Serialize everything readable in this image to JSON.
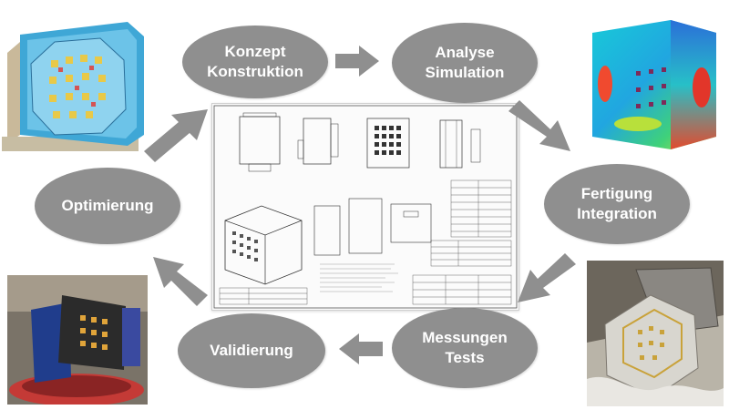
{
  "nodes": {
    "konzept": {
      "line1": "Konzept",
      "line2": "Konstruktion"
    },
    "analyse": {
      "line1": "Analyse",
      "line2": "Simulation"
    },
    "fertigung": {
      "line1": "Fertigung",
      "line2": "Integration"
    },
    "messungen": {
      "line1": "Messungen",
      "line2": "Tests"
    },
    "validierung": {
      "line1": "Validierung"
    },
    "optimierung": {
      "line1": "Optimierung"
    }
  },
  "colors": {
    "node_fill": "#8f8f8f",
    "node_text": "#ffffff",
    "arrow": "#8f8f8f"
  }
}
